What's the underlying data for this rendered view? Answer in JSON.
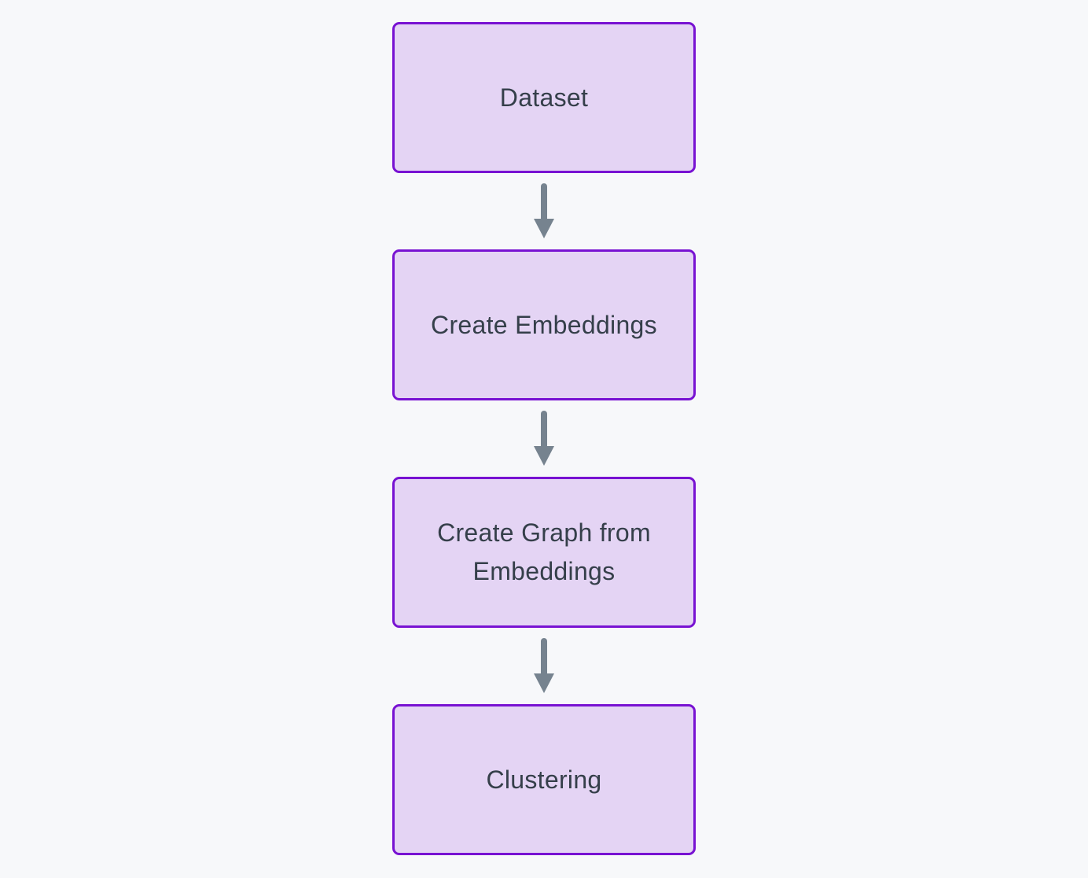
{
  "diagram": {
    "type": "flowchart",
    "direction": "top-down",
    "nodes": [
      {
        "id": "dataset",
        "label": "Dataset"
      },
      {
        "id": "create-embeddings",
        "label": "Create Embeddings"
      },
      {
        "id": "create-graph-from-embeddings",
        "label": "Create Graph from Embeddings"
      },
      {
        "id": "clustering",
        "label": "Clustering"
      }
    ],
    "edges": [
      {
        "from": "dataset",
        "to": "create-embeddings"
      },
      {
        "from": "create-embeddings",
        "to": "create-graph-from-embeddings"
      },
      {
        "from": "create-graph-from-embeddings",
        "to": "clustering"
      }
    ],
    "colors": {
      "background": "#f7f8fa",
      "node_fill": "#e4d4f4",
      "node_border": "#7812d2",
      "text": "#353f4a",
      "arrow": "#76838f"
    }
  }
}
